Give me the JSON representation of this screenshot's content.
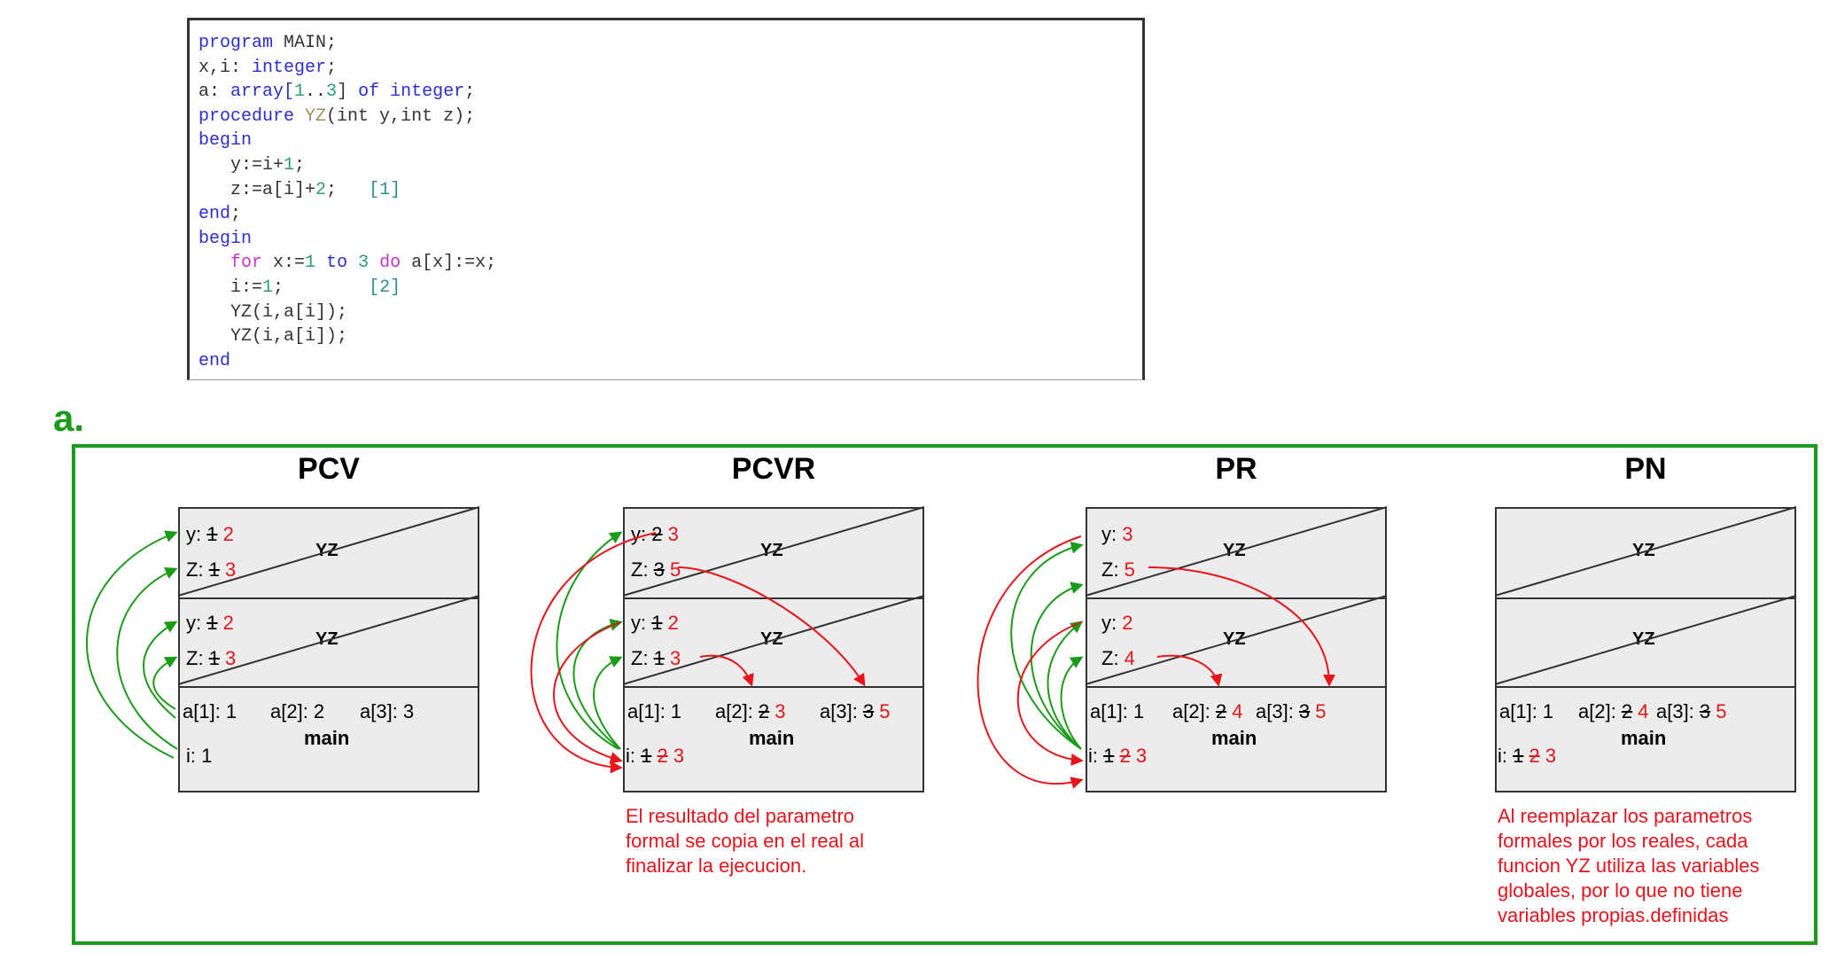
{
  "code": {
    "lines": [
      [
        {
          "t": "program",
          "c": "kw"
        },
        {
          "t": " MAIN;",
          "c": ""
        }
      ],
      [
        {
          "t": "x,i: ",
          "c": ""
        },
        {
          "t": "integer",
          "c": "kw"
        },
        {
          "t": ";",
          "c": ""
        }
      ],
      [
        {
          "t": "a: ",
          "c": ""
        },
        {
          "t": "array[",
          "c": "kw"
        },
        {
          "t": "1",
          "c": "num"
        },
        {
          "t": "..",
          "c": ""
        },
        {
          "t": "3",
          "c": "num"
        },
        {
          "t": "] ",
          "c": ""
        },
        {
          "t": "of integer",
          "c": "kw"
        },
        {
          "t": ";",
          "c": ""
        }
      ],
      [
        {
          "t": "procedure ",
          "c": "kw"
        },
        {
          "t": "YZ",
          "c": "fn"
        },
        {
          "t": "(int y,int z);",
          "c": ""
        }
      ],
      [
        {
          "t": "begin",
          "c": "kw"
        }
      ],
      [
        {
          "t": "   y:=i+",
          "c": ""
        },
        {
          "t": "1",
          "c": "num"
        },
        {
          "t": ";",
          "c": ""
        }
      ],
      [
        {
          "t": "   z:=a[i]+",
          "c": ""
        },
        {
          "t": "2",
          "c": "num"
        },
        {
          "t": ";   ",
          "c": ""
        },
        {
          "t": "[1]",
          "c": "cm"
        }
      ],
      [
        {
          "t": "end",
          "c": "kw"
        },
        {
          "t": ";",
          "c": ""
        }
      ],
      [
        {
          "t": "begin",
          "c": "kw"
        }
      ],
      [
        {
          "t": "   ",
          "c": ""
        },
        {
          "t": "for",
          "c": "kw2"
        },
        {
          "t": " x:=",
          "c": ""
        },
        {
          "t": "1",
          "c": "num"
        },
        {
          "t": " ",
          "c": ""
        },
        {
          "t": "to",
          "c": "kw"
        },
        {
          "t": " ",
          "c": ""
        },
        {
          "t": "3",
          "c": "num"
        },
        {
          "t": " ",
          "c": ""
        },
        {
          "t": "do",
          "c": "kw2"
        },
        {
          "t": " a[x]:=x;",
          "c": ""
        }
      ],
      [
        {
          "t": "   i:=",
          "c": ""
        },
        {
          "t": "1",
          "c": "num"
        },
        {
          "t": ";        ",
          "c": ""
        },
        {
          "t": "[2]",
          "c": "cm"
        }
      ],
      [
        {
          "t": "   YZ(i,a[i]);",
          "c": ""
        }
      ],
      [
        {
          "t": "   YZ(i,a[i]);",
          "c": ""
        }
      ],
      [
        {
          "t": "end",
          "c": "kw"
        }
      ]
    ]
  },
  "section": {
    "label": "a."
  },
  "panels": [
    {
      "title": "PCV",
      "yz_label": "YZ",
      "main_label": "main",
      "rows": [
        [
          {
            "t": "y: "
          },
          {
            "t": "1",
            "s": 1
          },
          {
            "t": " "
          },
          {
            "t": "2",
            "r": 1
          }
        ],
        [
          {
            "t": "Z: "
          },
          {
            "t": "1",
            "s": 1
          },
          {
            "t": " "
          },
          {
            "t": "3",
            "r": 1
          }
        ],
        [
          {
            "t": "y: "
          },
          {
            "t": "1",
            "s": 1
          },
          {
            "t": " "
          },
          {
            "t": "2",
            "r": 1
          }
        ],
        [
          {
            "t": "Z: "
          },
          {
            "t": "1",
            "s": 1
          },
          {
            "t": " "
          },
          {
            "t": "3",
            "r": 1
          }
        ],
        [
          {
            "t": "a[1]: 1"
          }
        ],
        [
          {
            "t": "a[2]: 2"
          }
        ],
        [
          {
            "t": "a[3]: 3"
          }
        ],
        [
          {
            "t": "i: 1"
          }
        ]
      ],
      "note": ""
    },
    {
      "title": "PCVR",
      "yz_label": "YZ",
      "main_label": "main",
      "rows": [
        [
          {
            "t": "y: "
          },
          {
            "t": "2",
            "s": 1
          },
          {
            "t": " "
          },
          {
            "t": "3",
            "r": 1
          }
        ],
        [
          {
            "t": "Z: "
          },
          {
            "t": "3",
            "s": 1
          },
          {
            "t": " "
          },
          {
            "t": "5",
            "r": 1
          }
        ],
        [
          {
            "t": "y: "
          },
          {
            "t": "1",
            "s": 1
          },
          {
            "t": " "
          },
          {
            "t": "2",
            "r": 1
          }
        ],
        [
          {
            "t": "Z: "
          },
          {
            "t": "1",
            "s": 1
          },
          {
            "t": " "
          },
          {
            "t": "3",
            "r": 1
          }
        ],
        [
          {
            "t": "a[1]: 1"
          }
        ],
        [
          {
            "t": "a[2]: "
          },
          {
            "t": "2",
            "s": 1
          },
          {
            "t": " "
          },
          {
            "t": "3",
            "r": 1
          }
        ],
        [
          {
            "t": "a[3]: "
          },
          {
            "t": "3",
            "s": 1
          },
          {
            "t": " "
          },
          {
            "t": "5",
            "r": 1
          }
        ],
        [
          {
            "t": "i: "
          },
          {
            "t": "1",
            "s": 1
          },
          {
            "t": " "
          },
          {
            "t": "2",
            "s": 1,
            "r": 1
          },
          {
            "t": " "
          },
          {
            "t": "3",
            "r": 1
          }
        ]
      ],
      "note": "El resultado del parametro\nformal se copia en el real al\nfinalizar la ejecucion."
    },
    {
      "title": "PR",
      "yz_label": "YZ",
      "main_label": "main",
      "rows": [
        [
          {
            "t": "y: "
          },
          {
            "t": "3",
            "r": 1
          }
        ],
        [
          {
            "t": "Z: "
          },
          {
            "t": "5",
            "r": 1
          }
        ],
        [
          {
            "t": "y: "
          },
          {
            "t": "2",
            "r": 1
          }
        ],
        [
          {
            "t": "Z: "
          },
          {
            "t": "4",
            "r": 1
          }
        ],
        [
          {
            "t": "a[1]: 1"
          }
        ],
        [
          {
            "t": "a[2]: "
          },
          {
            "t": "2",
            "s": 1
          },
          {
            "t": " "
          },
          {
            "t": "4",
            "r": 1
          }
        ],
        [
          {
            "t": "a[3]: "
          },
          {
            "t": "3",
            "s": 1
          },
          {
            "t": " "
          },
          {
            "t": "5",
            "r": 1
          }
        ],
        [
          {
            "t": "i: "
          },
          {
            "t": "1",
            "s": 1
          },
          {
            "t": " "
          },
          {
            "t": "2",
            "s": 1,
            "r": 1
          },
          {
            "t": " "
          },
          {
            "t": "3",
            "r": 1
          }
        ]
      ],
      "note": ""
    },
    {
      "title": "PN",
      "yz_label": "YZ",
      "main_label": "main",
      "rows": [
        [],
        [],
        [],
        [],
        [
          {
            "t": "a[1]: 1"
          }
        ],
        [
          {
            "t": "a[2]: "
          },
          {
            "t": "2",
            "s": 1
          },
          {
            "t": " "
          },
          {
            "t": "4",
            "r": 1
          }
        ],
        [
          {
            "t": "a[3]: "
          },
          {
            "t": "3",
            "s": 1
          },
          {
            "t": " "
          },
          {
            "t": "5",
            "r": 1
          }
        ],
        [
          {
            "t": "i: "
          },
          {
            "t": "1",
            "s": 1
          },
          {
            "t": " "
          },
          {
            "t": "2",
            "s": 1,
            "r": 1
          },
          {
            "t": " "
          },
          {
            "t": "3",
            "r": 1
          }
        ]
      ],
      "note": "Al reemplazar los parametros\nformales por los reales, cada\nfuncion YZ utiliza las variables\nglobales, por lo que no tiene\nvariables propias.definidas"
    }
  ],
  "colors": {
    "green": "#1a9b1a",
    "red": "#e8141b"
  }
}
